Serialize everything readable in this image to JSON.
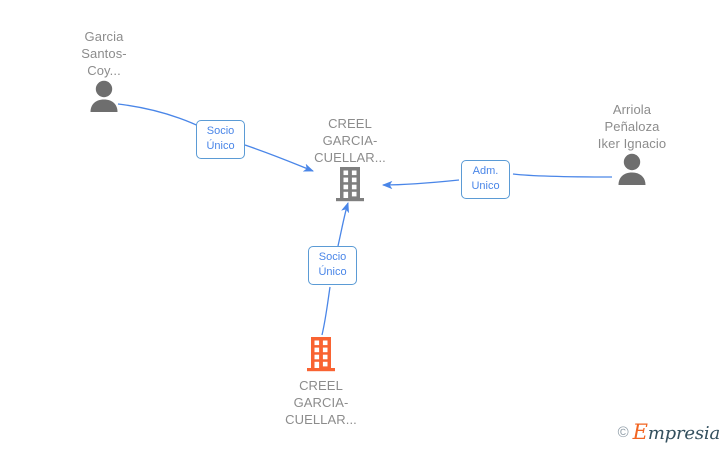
{
  "diagram": {
    "type": "org-relationship-graph",
    "background_color": "#ffffff",
    "accent_color": "#4a86e8",
    "edge_color": "#5b9bd5",
    "node_label_color": "#8c8c8c",
    "company_gray_color": "#7f7f7f",
    "company_orange_color": "#f96332",
    "person_color": "#6e6e6e",
    "nodes": [
      {
        "id": "person-garcia-santos-coy",
        "kind": "person",
        "icon": "person-icon",
        "label": "Garcia\nSantos-\nCoy...",
        "label_position": "above",
        "color": "#6e6e6e"
      },
      {
        "id": "company-creel-garcia-cuellar-center",
        "kind": "company",
        "icon": "building-icon",
        "label": "CREEL\nGARCIA-\nCUELLAR...",
        "label_position": "above",
        "color": "#7f7f7f"
      },
      {
        "id": "person-arriola-penaloza-iker-ignacio",
        "kind": "person",
        "icon": "person-icon",
        "label": "Arriola\nPeñaloza\nIker Ignacio",
        "label_position": "above",
        "color": "#6e6e6e"
      },
      {
        "id": "company-creel-garcia-cuellar-bottom",
        "kind": "company",
        "icon": "building-icon",
        "label": "CREEL\nGARCIA-\nCUELLAR...",
        "label_position": "below",
        "color": "#f96332"
      }
    ],
    "edges": [
      {
        "id": "edge-socio-unico-top-left",
        "from": "person-garcia-santos-coy",
        "to": "company-creel-garcia-cuellar-center",
        "label": "Socio\nÚnico",
        "direction": "to-company"
      },
      {
        "id": "edge-adm-unico-right",
        "from": "person-arriola-penaloza-iker-ignacio",
        "to": "company-creel-garcia-cuellar-center",
        "label": "Adm.\nUnico",
        "direction": "to-company"
      },
      {
        "id": "edge-socio-unico-bottom",
        "from": "company-creel-garcia-cuellar-bottom",
        "to": "company-creel-garcia-cuellar-center",
        "label": "Socio\nÚnico",
        "direction": "to-company"
      }
    ]
  },
  "watermark": {
    "copyright_symbol": "©",
    "brand_first_letter": "E",
    "brand_rest": "mpresia"
  }
}
